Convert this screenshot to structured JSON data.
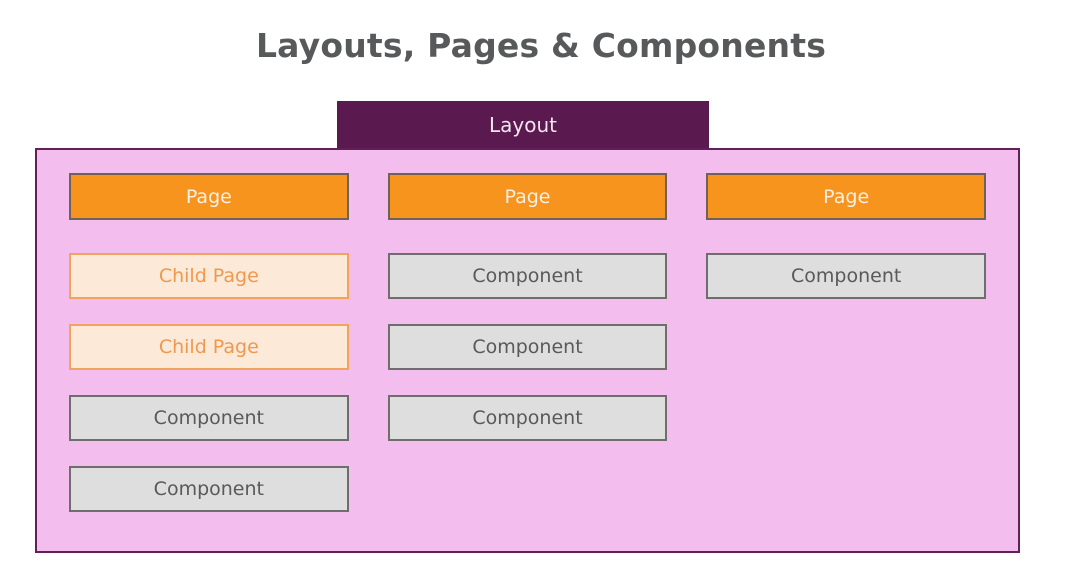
{
  "title": "Layouts, Pages & Components",
  "layout_tab": {
    "label": "Layout"
  },
  "columns": [
    {
      "header": "Page",
      "items": [
        {
          "type": "child-page",
          "label": "Child Page"
        },
        {
          "type": "child-page",
          "label": "Child Page"
        },
        {
          "type": "component",
          "label": "Component"
        },
        {
          "type": "component",
          "label": "Component"
        }
      ]
    },
    {
      "header": "Page",
      "items": [
        {
          "type": "component",
          "label": "Component"
        },
        {
          "type": "component",
          "label": "Component"
        },
        {
          "type": "component",
          "label": "Component"
        }
      ]
    },
    {
      "header": "Page",
      "items": [
        {
          "type": "component",
          "label": "Component"
        }
      ]
    }
  ],
  "colors": {
    "tab_bg": "#5A1A50",
    "tab_text": "#F2E4EF",
    "container_bg": "#F3BDEE",
    "container_border": "#5F2156",
    "page_bg": "#F7941E",
    "page_border": "#6E6259",
    "page_text": "#FCEFE3",
    "child_page_bg": "#FCE9D8",
    "child_page_border": "#F2A35D",
    "child_page_text": "#EF994F",
    "component_bg": "#DEDEDE",
    "component_border": "#6E6E6E",
    "component_text": "#58595B",
    "title_text": "#57595B"
  }
}
